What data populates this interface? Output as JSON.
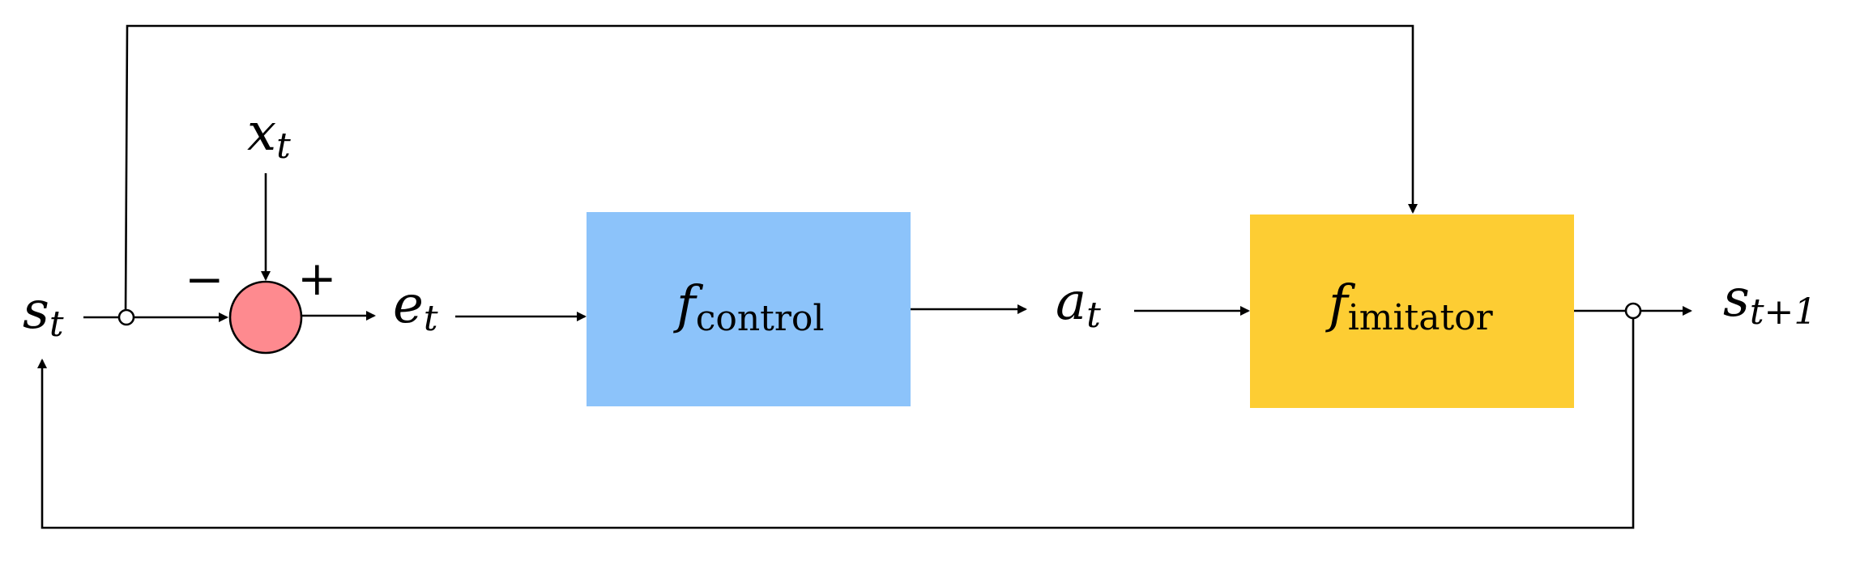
{
  "colors": {
    "control_block": "#8cc3fa",
    "imitator_block": "#fdcd33",
    "summing_junction": "#fe8a8f",
    "wires": "#000000"
  },
  "labels": {
    "state_var": "s",
    "state_sub": "t",
    "next_state_var": "s",
    "next_state_sub": "t+1",
    "target_var": "x",
    "target_sub": "t",
    "error_var": "e",
    "error_sub": "t",
    "action_var": "a",
    "action_sub": "t",
    "minus_sign": "−",
    "plus_sign": "+"
  },
  "blocks": {
    "control": {
      "func": "f",
      "sub": "control"
    },
    "imitator": {
      "func": "f",
      "sub": "imitator"
    }
  }
}
